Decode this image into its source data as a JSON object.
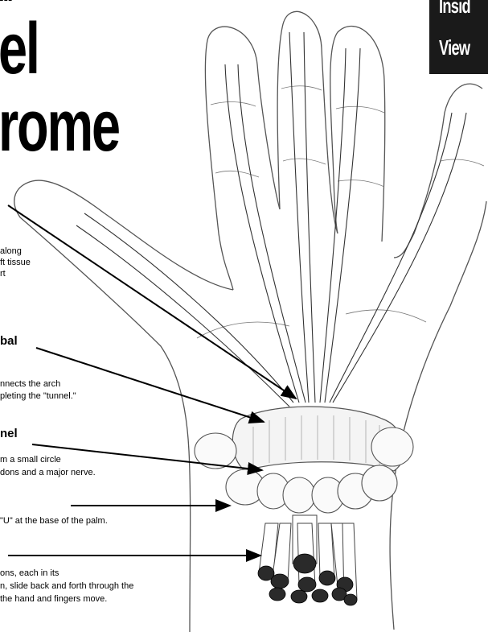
{
  "title": {
    "line1": "...",
    "line2": "el",
    "line3": "rome"
  },
  "badge": {
    "line1": "Insid",
    "line2": "View"
  },
  "labels": {
    "arch_text_1": "along",
    "arch_text_2": "ft tissue",
    "arch_text_3": "rt",
    "ligament_head": "bal",
    "ligament_text_1": "nnects the arch",
    "ligament_text_2": "pleting the \"tunnel.\"",
    "tunnel_head": "nel",
    "tunnel_text_1": "m a small circle",
    "tunnel_text_2": "dons and a major nerve.",
    "bones_text": "\"U\" at the base of the palm.",
    "tendons_text_1": "ons, each in its",
    "tendons_text_2": "n, slide back and forth through the",
    "tendons_text_3": "the hand and fingers move."
  },
  "colors": {
    "ink": "#000000",
    "line": "#555555",
    "tendon": "#2a2a2a",
    "badge": "#1a1a1a"
  }
}
